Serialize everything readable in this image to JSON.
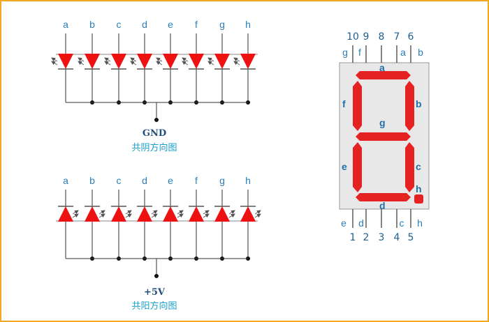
{
  "diagrams": [
    {
      "pin_labels": [
        "a",
        "b",
        "c",
        "d",
        "e",
        "f",
        "g",
        "h"
      ],
      "rail_label": "GND",
      "caption": "共阴方向图",
      "led_direction": "down"
    },
    {
      "pin_labels": [
        "a",
        "b",
        "c",
        "d",
        "e",
        "f",
        "g",
        "h"
      ],
      "rail_label": "+5V",
      "caption": "共阳方向图",
      "led_direction": "up"
    }
  ],
  "display": {
    "top_pins": [
      "10",
      "9",
      "8",
      "7",
      "6"
    ],
    "top_pin_letters": [
      "g",
      "f",
      "",
      "a",
      "b"
    ],
    "bottom_pins": [
      "1",
      "2",
      "3",
      "4",
      "5"
    ],
    "bottom_pin_letters": [
      "e",
      "d",
      "",
      "c",
      "h"
    ],
    "segment_labels": {
      "a": "a",
      "b": "b",
      "c": "c",
      "d": "d",
      "e": "e",
      "f": "f",
      "g": "g",
      "h": "h"
    }
  },
  "colors": {
    "led": "#ee1111",
    "segment": "#e52222",
    "wire": "#333333",
    "label": "#2b7fb8",
    "border": "#f5a623"
  }
}
